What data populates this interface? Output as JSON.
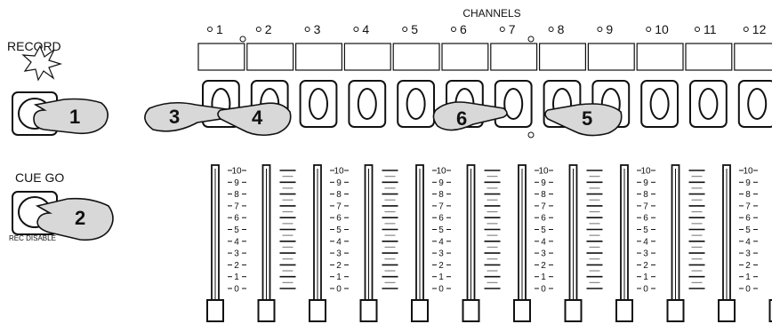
{
  "header": {
    "channels_label": "CHANNELS"
  },
  "record": {
    "label": "RECORD"
  },
  "cue": {
    "label": "CUE GO",
    "sub_label": "REC DISABLE"
  },
  "channels": [
    "1",
    "2",
    "3",
    "4",
    "5",
    "6",
    "7",
    "8",
    "9",
    "10",
    "11",
    "12"
  ],
  "fader_scale": [
    "10",
    "9",
    "8",
    "7",
    "6",
    "5",
    "4",
    "3",
    "2",
    "1",
    "0"
  ],
  "steps": [
    "1",
    "2",
    "3",
    "4",
    "5",
    "6"
  ],
  "colors": {
    "hand_fill": "#d8d8d8",
    "ink": "#111111"
  }
}
